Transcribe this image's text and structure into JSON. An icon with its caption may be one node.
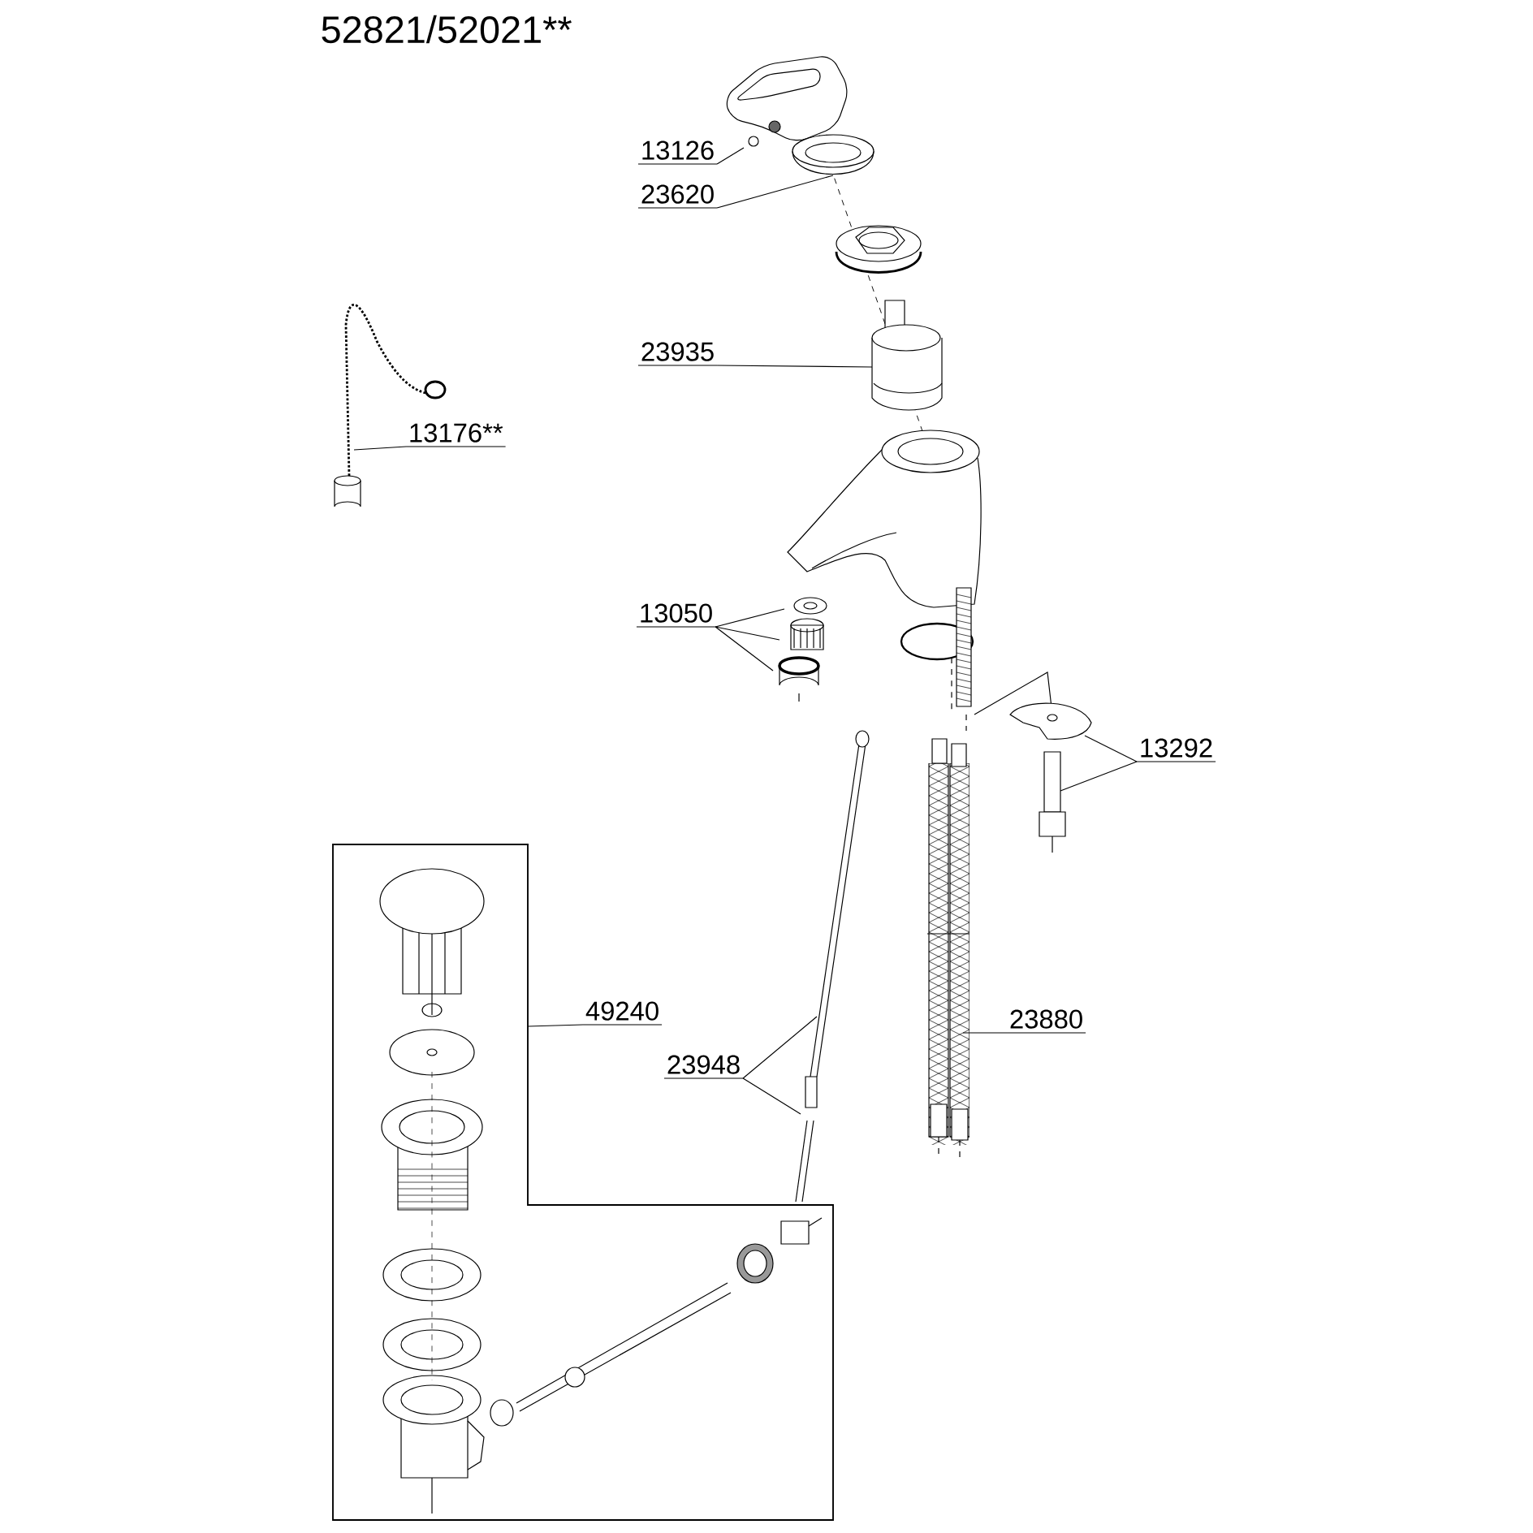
{
  "diagram": {
    "title": "52821/52021**",
    "nodes": [
      {
        "text": [
          "13126"
        ]
      },
      {
        "text": [
          "23620"
        ]
      },
      {
        "text": [
          "23935"
        ]
      },
      {
        "text": [
          "13176**"
        ]
      },
      {
        "text": [
          "13050"
        ]
      },
      {
        "text": [
          "13292"
        ]
      },
      {
        "text": [
          "49240"
        ]
      },
      {
        "text": [],
        "shape": "box"
      },
      {
        "text": [
          "23948"
        ]
      },
      {
        "text": [
          "23880"
        ]
      }
    ],
    "edges": [
      {
        "from": 0,
        "to": null,
        "arrow": "none"
      },
      {
        "from": 1,
        "to": null,
        "arrow": "none"
      },
      {
        "from": 2,
        "to": null,
        "arrow": "none"
      },
      {
        "from": 3,
        "to": null,
        "arrow": "none"
      },
      {
        "from": 4,
        "to": null,
        "arrow": "none"
      },
      {
        "from": 4,
        "to": null,
        "arrow": "none"
      },
      {
        "from": 4,
        "to": null,
        "arrow": "none"
      },
      {
        "from": 5,
        "to": null,
        "arrow": "none"
      },
      {
        "from": 5,
        "to": null,
        "arrow": "none"
      },
      {
        "from": 6,
        "to": 7,
        "arrow": "none"
      },
      {
        "from": 8,
        "to": null,
        "arrow": "none"
      },
      {
        "from": 8,
        "to": null,
        "arrow": "none"
      },
      {
        "from": 9,
        "to": null,
        "arrow": "none"
      }
    ]
  }
}
